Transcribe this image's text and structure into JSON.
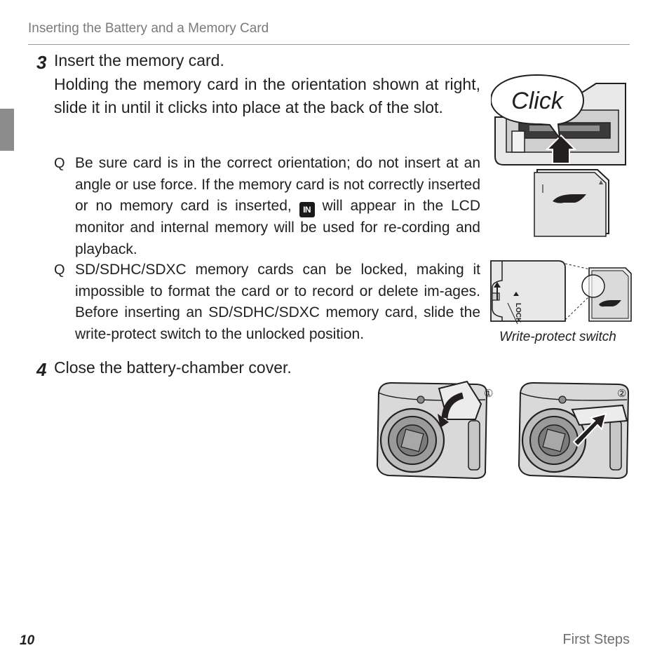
{
  "header": {
    "title": "Inserting the Battery and a Memory Card"
  },
  "step3": {
    "number": "3",
    "title": "Insert the memory card.",
    "body": "Holding the memory card in the orientation shown at right, slide it in until it clicks into place at the back of the slot.",
    "notes": [
      {
        "icon": "Q",
        "text_before": "Be sure card is in the correct orientation; do not insert at an angle or use force. If the memory card is not correctly inserted or no memory card is inserted,",
        "inline_icon": "IN",
        "text_after": "will appear in the LCD monitor and internal memory will be used for re-cording and playback."
      },
      {
        "icon": "Q",
        "text": "SD/SDHC/SDXC memory cards can be locked, making it impossible to format the card or to record or delete im-ages. Before inserting an SD/SDHC/SDXC memory card, slide the write-protect switch to the unlocked position."
      }
    ],
    "figure_click": {
      "callout": "Click"
    },
    "figure_lock": {
      "lock_label": "LOCK",
      "caption": "Write-protect switch"
    }
  },
  "step4": {
    "number": "4",
    "title": "Close the battery-chamber cover.",
    "figures": [
      {
        "label": "①"
      },
      {
        "label": "②"
      }
    ]
  },
  "footer": {
    "page_number": "10",
    "section": "First Steps"
  }
}
